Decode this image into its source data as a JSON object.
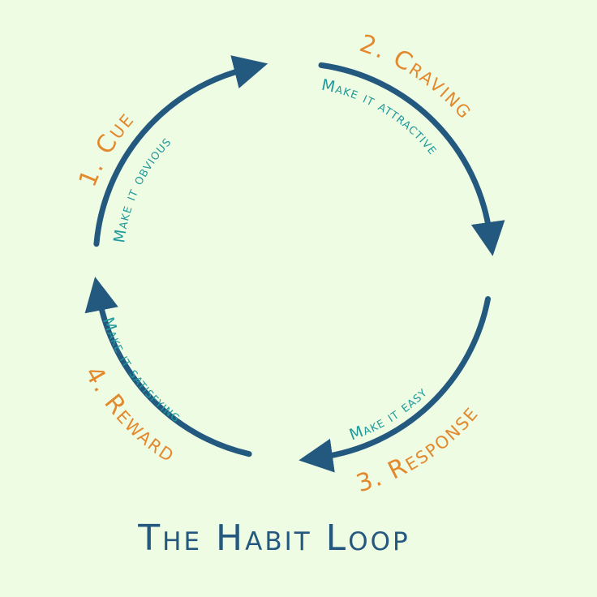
{
  "title": "The Habit Loop",
  "colors": {
    "background": "#effce4",
    "arrow": "#24597f",
    "stage": "#e3892d",
    "law": "#1f9a9b"
  },
  "stages": [
    {
      "label": "1. Cue",
      "law": "Make it obvious"
    },
    {
      "label": "2. Craving",
      "law": "Make it attractive"
    },
    {
      "label": "3. Response",
      "law": "Make it easy"
    },
    {
      "label": "4. Reward",
      "law": "Make it satisfying"
    }
  ]
}
